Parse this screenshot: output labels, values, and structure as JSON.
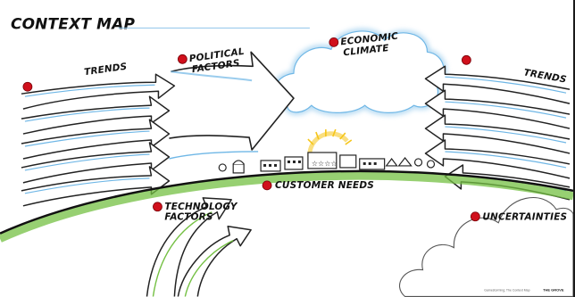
{
  "title": "CONTEXT MAP",
  "labels": {
    "trends_left": "TRENDS",
    "political_1": "POLITICAL",
    "political_2": "FACTORS",
    "economic_1": "ECONOMIC",
    "economic_2": "CLIMATE",
    "trends_right": "TRENDS",
    "customer_needs": "CUSTOMER NEEDS",
    "technology_1": "TECHNOLOGY",
    "technology_2": "FACTORS",
    "uncertainties": "UNCERTAINTIES"
  },
  "footer": {
    "credit": "Gamestorming; The Context Map",
    "brand": "THE GROVE"
  },
  "colors": {
    "marker_red": "#d0101c",
    "cloud_blue": "#6fb7e6",
    "ground_green": "#74c043",
    "sun_yellow": "#f5c518",
    "ink": "#111111"
  }
}
